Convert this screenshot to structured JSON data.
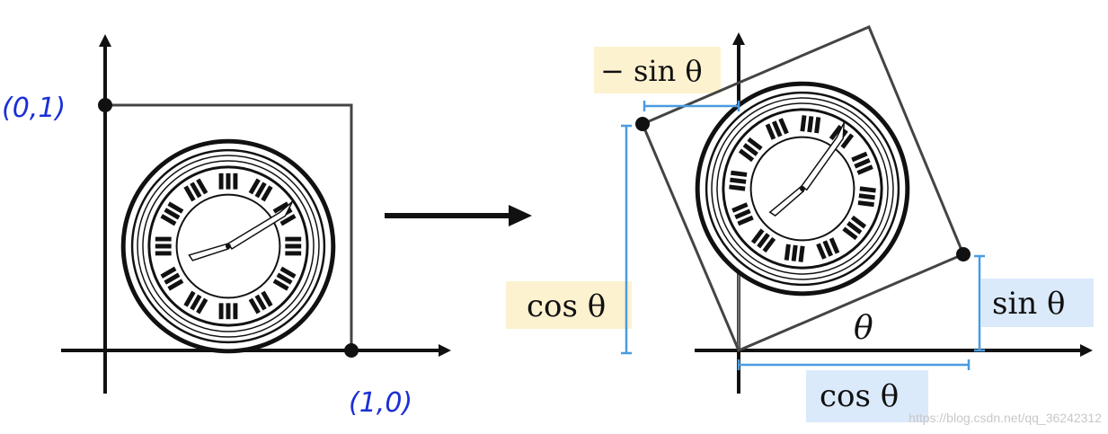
{
  "left_panel": {
    "label_top": "(0,1)",
    "label_right": "(1,0)"
  },
  "right_panel": {
    "label_neg_sin": "− sin θ",
    "label_cos_left": "cos θ",
    "label_sin_right": "sin θ",
    "label_theta": "θ",
    "label_cos_bottom": "cos θ"
  },
  "colors": {
    "highlight_yellow": "#fdf2cf",
    "highlight_blue": "#dbeafb",
    "bracket_blue": "#4a9be0",
    "handwriting": "#1a2fd6",
    "axis": "#111111",
    "box_stroke": "#444444"
  },
  "watermark": "https://blog.csdn.net/qq_36242312",
  "icons": {
    "clock_left": "clock-icon",
    "clock_right": "clock-icon",
    "arrow": "right-arrow-icon"
  }
}
